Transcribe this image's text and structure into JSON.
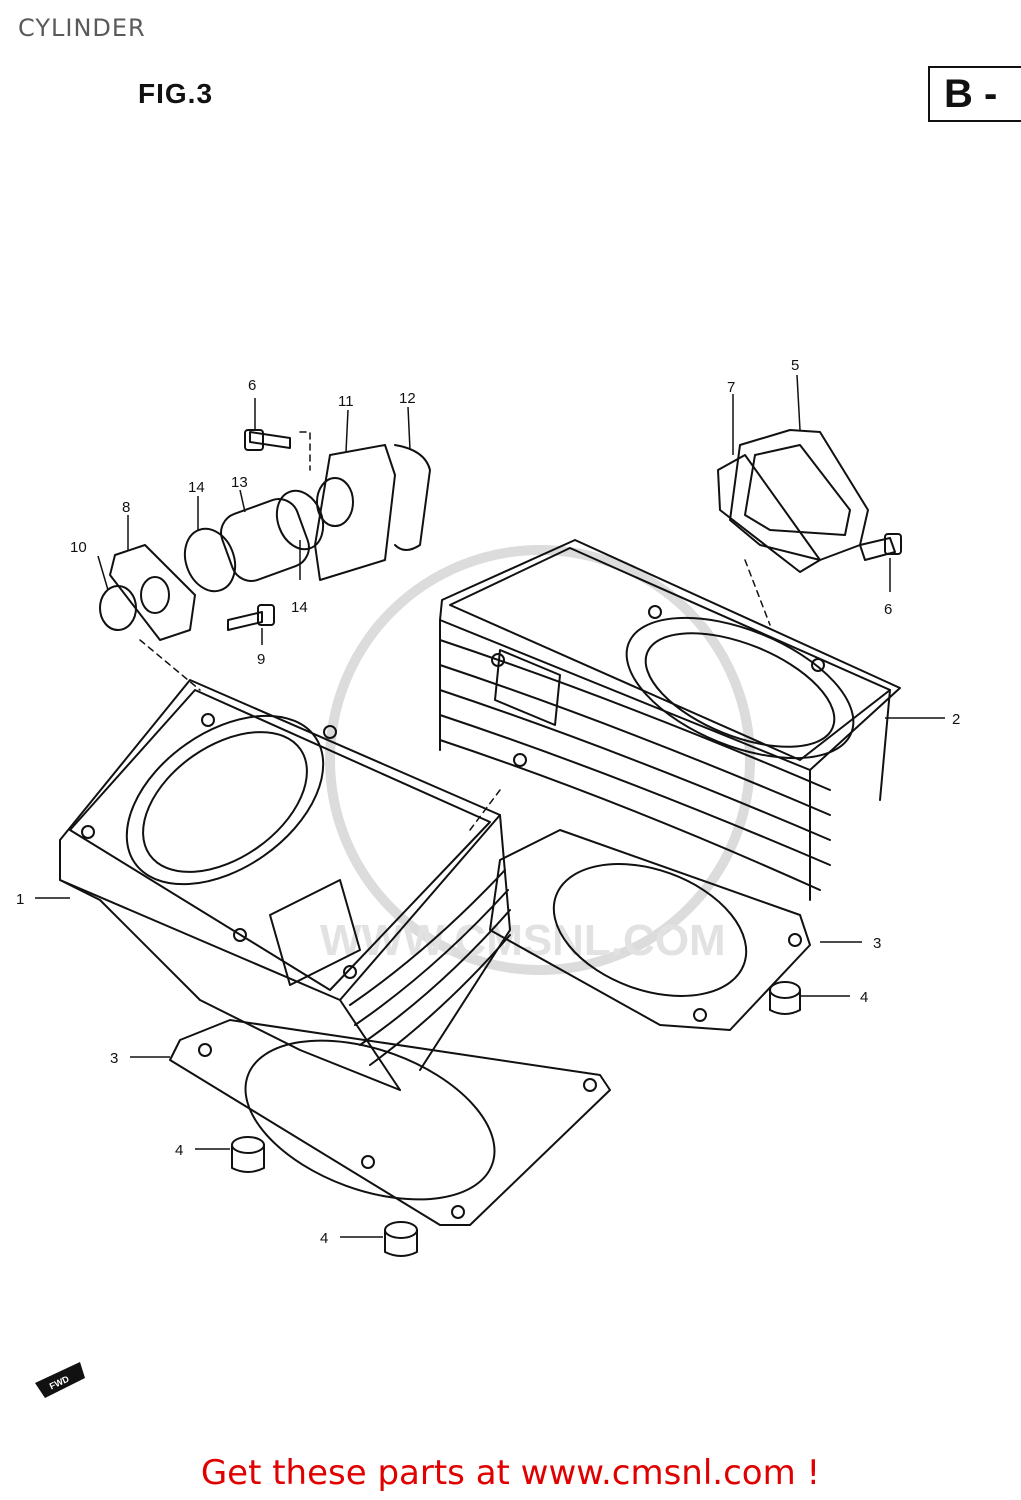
{
  "page": {
    "title": "CYLINDER",
    "figure": "FIG.3",
    "section_badge": "B -",
    "fwd_label": "FWD",
    "footer_text": "Get these parts at www.cmsnl.com !",
    "watermark_text": "WWW.CMSNL.COM"
  },
  "callouts": [
    "1",
    "2",
    "3",
    "3",
    "4",
    "4",
    "4",
    "5",
    "6",
    "6",
    "7",
    "8",
    "9",
    "10",
    "11",
    "12",
    "13",
    "14",
    "14"
  ],
  "colors": {
    "line": "#111111",
    "footer": "#e00000",
    "watermark": "#d9d9d9"
  }
}
